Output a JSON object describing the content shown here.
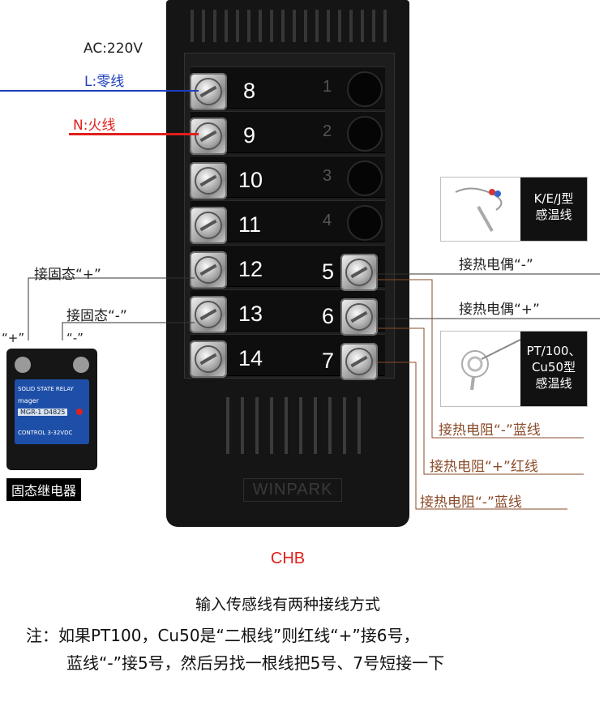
{
  "power": {
    "title": "AC:220V",
    "l_label": "L:零线",
    "n_label": "N:火线"
  },
  "terminals_left": [
    "8",
    "9",
    "10",
    "11",
    "12",
    "13",
    "14"
  ],
  "terminals_right": [
    "5",
    "6",
    "7"
  ],
  "slot_numbers": [
    "1",
    "2",
    "3",
    "4"
  ],
  "ssr": {
    "plus_label": "接固态“+”",
    "minus_label": "接固态“-”",
    "plus_term": "“+”",
    "minus_term": "“-”",
    "caption": "固态继电器",
    "face_title": "SOLID STATE RELAY",
    "face_model": "MGR-1 D4825",
    "face_control": "CONTROL 3-32VDC",
    "face_brand": "mager"
  },
  "thermocouple": {
    "caption_line1": "K/E/J型",
    "caption_line2": "感温线",
    "plus_label": "接热电偶“+”",
    "minus_label": "接热电偶“-”"
  },
  "rtd": {
    "caption_line1": "PT/100、",
    "caption_line2": "Cu50型",
    "caption_line3": "感温线",
    "label_1": "接热电阻“-”蓝线",
    "label_2": "接热电阻“+”红线",
    "label_3": "接热电阻“-”蓝线"
  },
  "device_brand": "WINPARK",
  "model": "CHB",
  "subtitle": "输入传感线有两种接线方式",
  "note_line1": "注：如果PT100，Cu50是“二根线”则红线“+”接6号，",
  "note_line2": "蓝线“-”接5号，然后另找一根线把5号、7号短接一下",
  "colors": {
    "model": "#e0201c",
    "l_wire": "#1f3fbf",
    "n_wire": "#e0201c",
    "rtd_label": "#8a4b2a",
    "device": "#141414"
  }
}
